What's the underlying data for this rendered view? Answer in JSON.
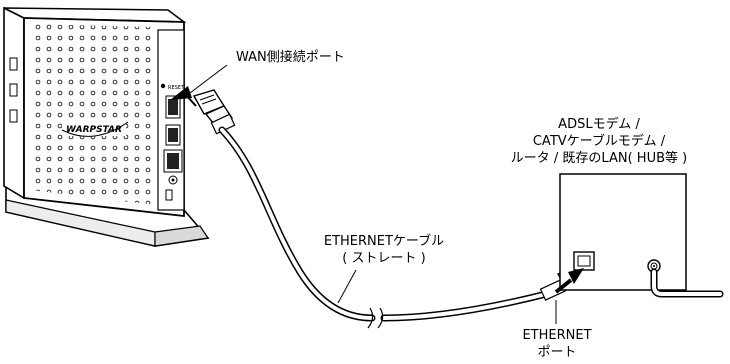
{
  "router": {
    "logo_text": "WARPSTAR",
    "reset_text": "RESET"
  },
  "labels": {
    "wan_port": "WAN側接続ポート",
    "modem_lines": [
      "ADSLモデム /",
      "CATVケーブルモデム /",
      "ルータ / 既存のLAN( HUB等 )"
    ],
    "cable_lines": [
      "ETHERNETケーブル",
      "( ストレート )"
    ],
    "ethernet_port_lines": [
      "ETHERNET",
      "ポート"
    ]
  },
  "colors": {
    "line": "#000000",
    "background": "#ffffff",
    "router_body": "#ffffff",
    "stand_shade": "#d9d9d9"
  }
}
